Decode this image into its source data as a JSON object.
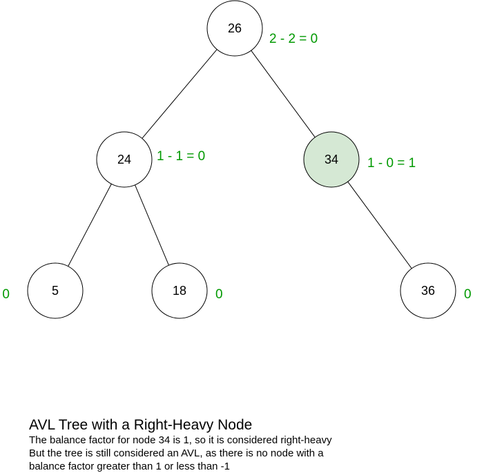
{
  "colors": {
    "node_fill": "#ffffff",
    "highlight_fill": "#d5e8d4",
    "highlight_stroke": "#82b366",
    "balance_text": "#009900"
  },
  "nodes": [
    {
      "id": "n26",
      "label": "26",
      "highlight": false,
      "balance": "2 - 2 = 0"
    },
    {
      "id": "n24",
      "label": "24",
      "highlight": false,
      "balance": "1 - 1 = 0"
    },
    {
      "id": "n34",
      "label": "34",
      "highlight": true,
      "balance": "1 - 0 = 1"
    },
    {
      "id": "n5",
      "label": "5",
      "highlight": false,
      "balance": "0"
    },
    {
      "id": "n18",
      "label": "18",
      "highlight": false,
      "balance": "0"
    },
    {
      "id": "n36",
      "label": "36",
      "highlight": false,
      "balance": "0"
    }
  ],
  "edges": [
    {
      "from": "n26",
      "to": "n24"
    },
    {
      "from": "n26",
      "to": "n34"
    },
    {
      "from": "n24",
      "to": "n5"
    },
    {
      "from": "n24",
      "to": "n18"
    },
    {
      "from": "n34",
      "to": "n36"
    }
  ],
  "caption": {
    "title": "AVL Tree with a Right-Heavy Node",
    "lines": [
      "The balance factor for node 34 is 1, so it is considered right-heavy",
      "But the tree is still considered an AVL, as there is no node with a",
      "balance factor greater than 1 or less than -1"
    ]
  }
}
